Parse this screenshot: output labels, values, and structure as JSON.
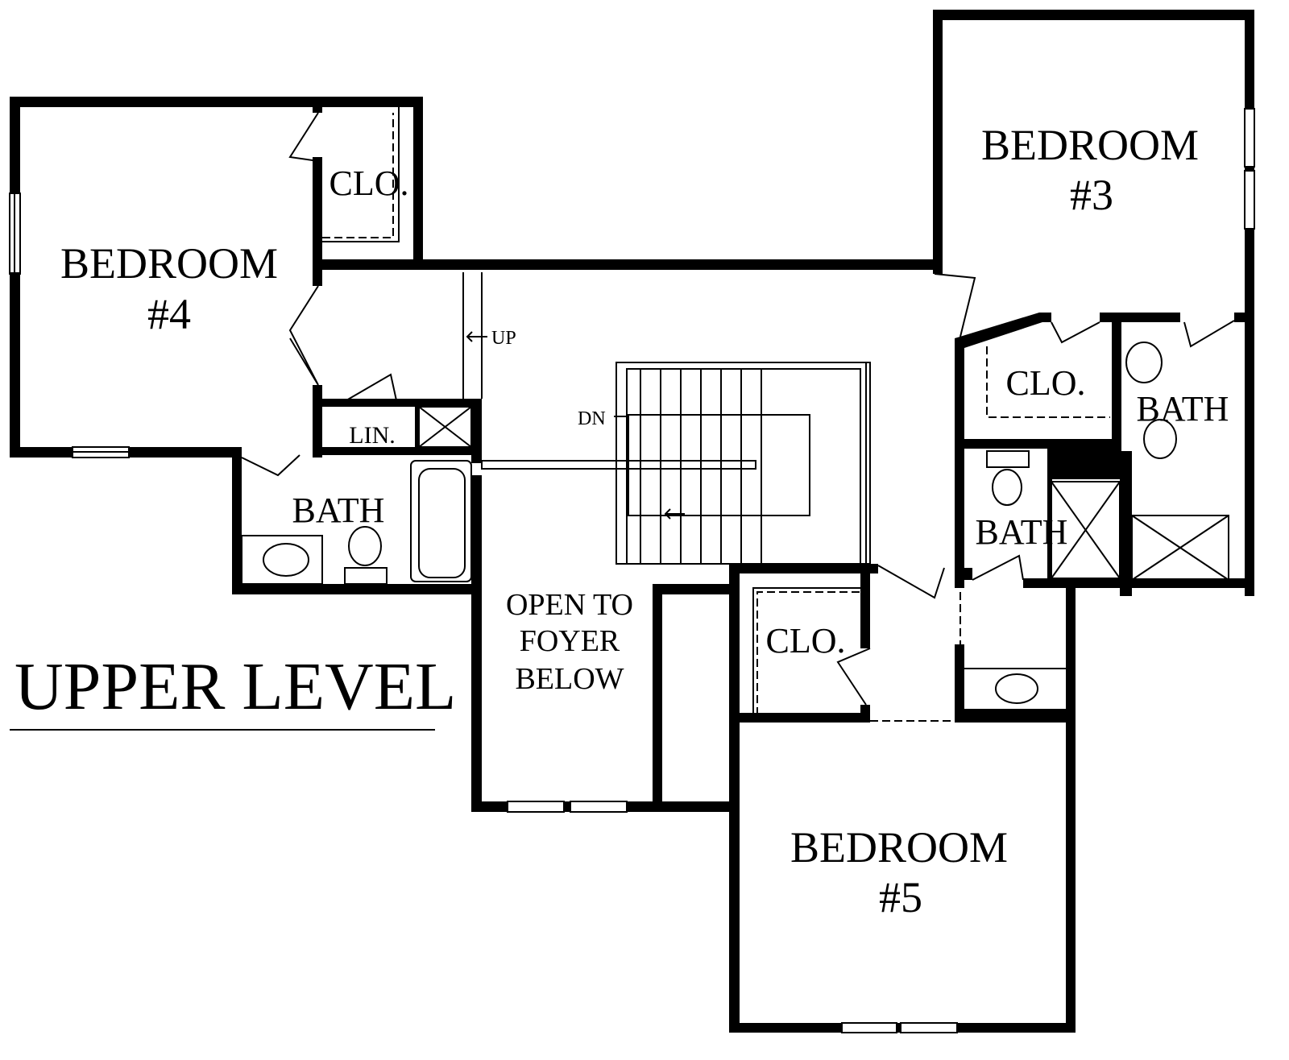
{
  "title": "UPPER LEVEL",
  "rooms": {
    "bedroom4": {
      "line1": "BEDROOM",
      "line2": "#4"
    },
    "bedroom3": {
      "line1": "BEDROOM",
      "line2": "#3"
    },
    "bedroom5": {
      "line1": "BEDROOM",
      "line2": "#5"
    },
    "closet_b4": "CLO.",
    "closet_b3": "CLO.",
    "closet_b5": "CLO.",
    "linen": "LIN.",
    "bath_left": "BATH",
    "bath_mid": "BATH",
    "bath_right": "BATH",
    "open_foyer": {
      "line1": "OPEN TO",
      "line2": "FOYER",
      "line3": "BELOW"
    }
  },
  "stairs": {
    "up_label": "UP",
    "down_label": "DN"
  }
}
